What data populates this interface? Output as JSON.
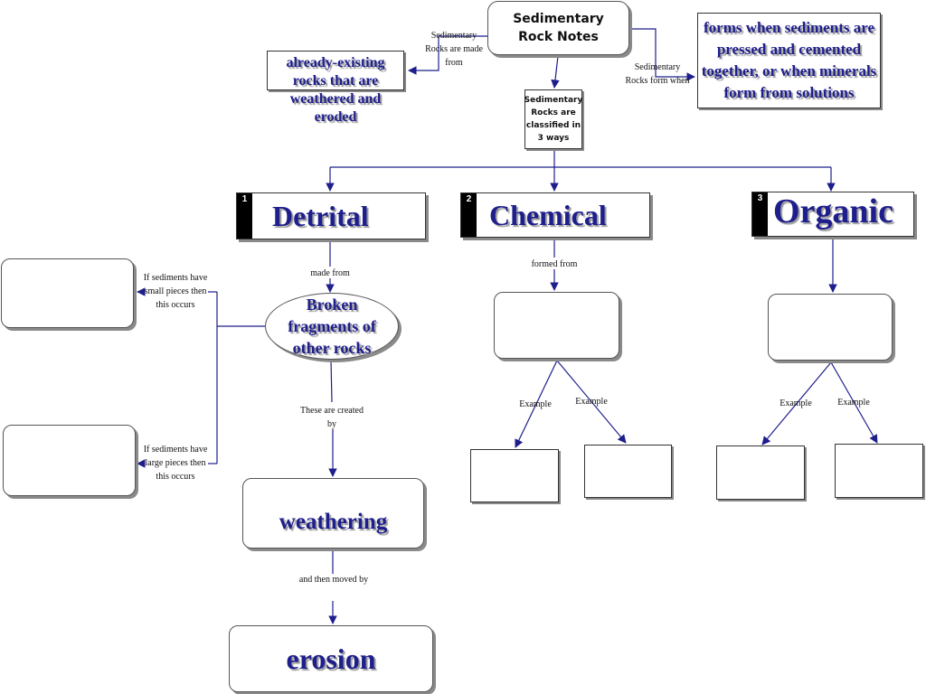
{
  "top": {
    "title": "Sedimentary Rock Notes",
    "classified": "Sedimentary Rocks are classified in 3 ways"
  },
  "links": {
    "made_from": "Sedimentary Rocks are made from",
    "form_when": "Sedimentary Rocks form when",
    "detrital_made_from": "made from",
    "formed_from": "formed from",
    "small_pieces": "If sediments have small pieces then this occurs",
    "large_pieces": "If sediments have large pieces then this occurs",
    "created_by": "These are created by",
    "moved_by": "and then moved by",
    "example": "Example"
  },
  "nodes": {
    "existing": "already-existing rocks that are weathered and eroded",
    "forms": "forms when sediments are pressed and cemented together, or when minerals form from solutions",
    "fragments": "Broken fragments of other rocks",
    "weathering": "weathering",
    "erosion": "erosion"
  },
  "categories": [
    {
      "num": "1",
      "label": "Detrital"
    },
    {
      "num": "2",
      "label": "Chemical"
    },
    {
      "num": "3",
      "label": "Organic"
    }
  ]
}
